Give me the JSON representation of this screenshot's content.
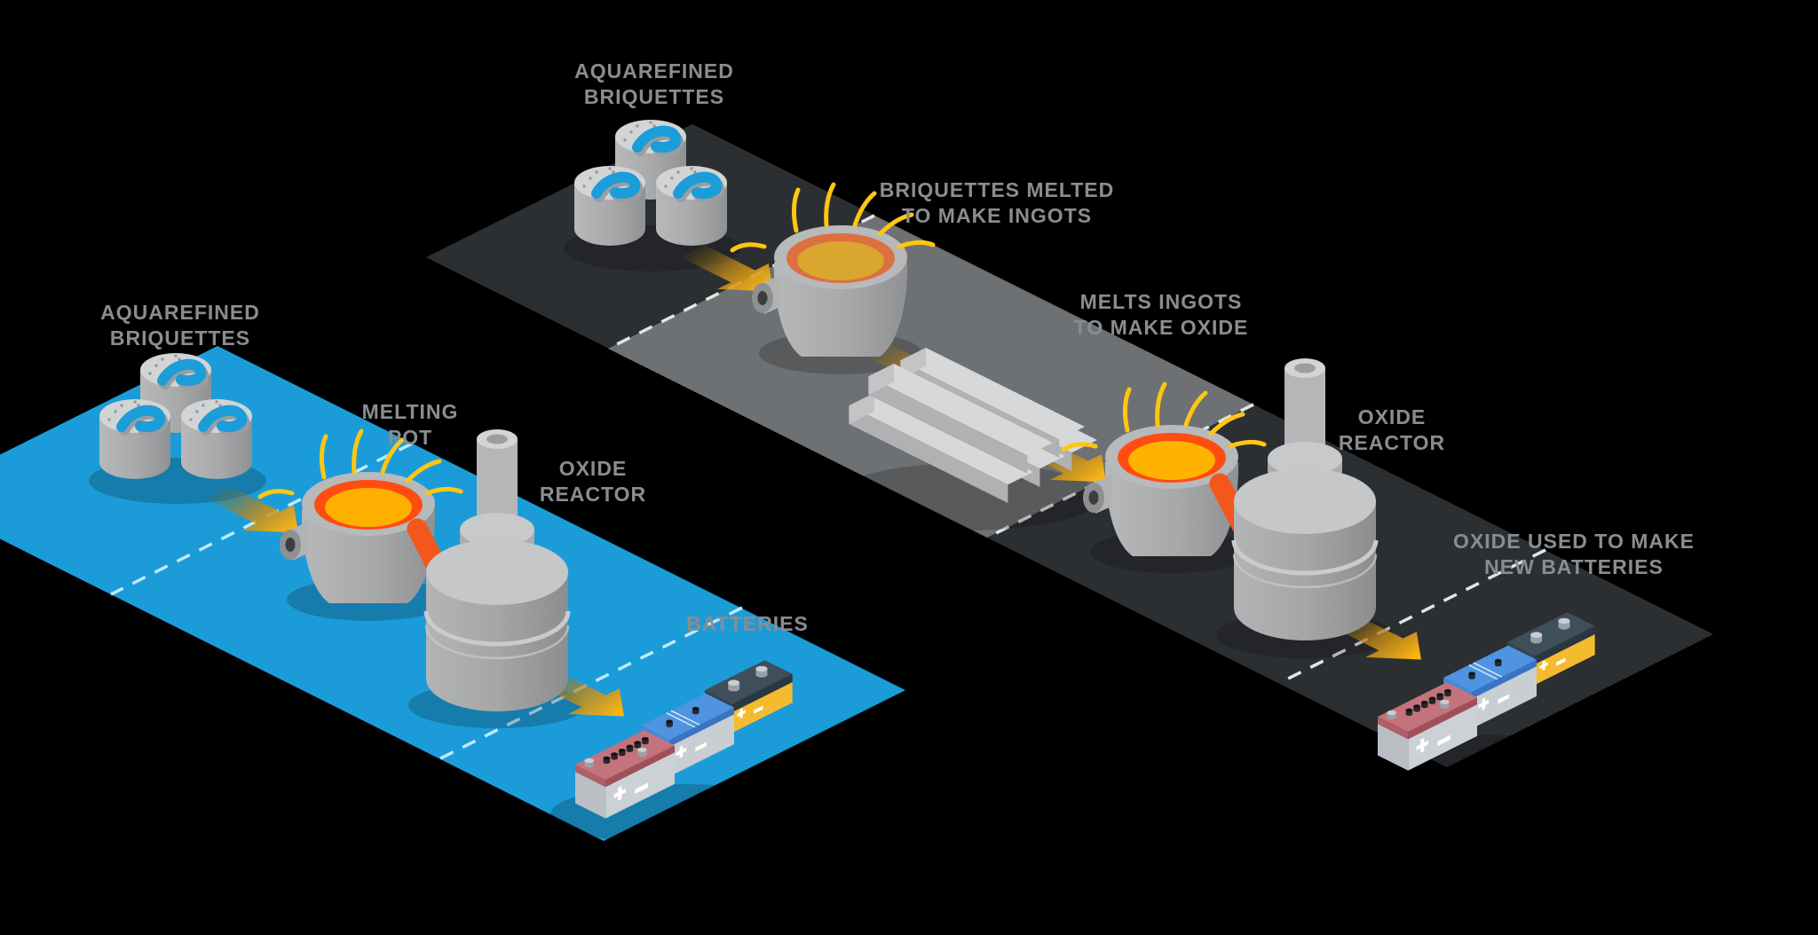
{
  "colors": {
    "background": "#000000",
    "blue_path": "#1b9cd8",
    "dark_path": "#2c2f32",
    "gray_segment": "#6e7174",
    "label_text": "#8a8d90",
    "arrow_yellow": "#fcb514",
    "molten_ring_orange": "#ff4d12",
    "molten_liquid_yellow": "#ffb300",
    "spark_yellow": "#ffc613",
    "chute_orange": "#f2571d",
    "brand_blue": "#1b9dd9"
  },
  "icons": {
    "briquettes": "briquettes-icon",
    "melting_pot": "melting-pot-icon",
    "oxide_reactor": "oxide-reactor-icon",
    "ingots": "ingots-icon",
    "batteries": "batteries-icon",
    "arrow": "flow-arrow-icon"
  },
  "left_flow": {
    "labels": {
      "briquettes": {
        "l1": "AQUAREFINED",
        "l2": "BRIQUETTES"
      },
      "melting_pot": {
        "l1": "MELTING",
        "l2": "POT"
      },
      "oxide_reactor": {
        "l1": "OXIDE",
        "l2": "REACTOR"
      },
      "batteries": {
        "l1": "BATTERIES"
      }
    }
  },
  "right_flow": {
    "labels": {
      "briquettes": {
        "l1": "AQUAREFINED",
        "l2": "BRIQUETTES"
      },
      "briquettes_melted": {
        "l1": "BRIQUETTES MELTED",
        "l2": "TO MAKE INGOTS"
      },
      "melts_ingots": {
        "l1": "MELTS INGOTS",
        "l2": "TO MAKE OXIDE"
      },
      "oxide_reactor": {
        "l1": "OXIDE",
        "l2": "REACTOR"
      },
      "oxide_used": {
        "l1": "OXIDE USED TO MAKE",
        "l2": "NEW BATTERIES"
      }
    }
  }
}
